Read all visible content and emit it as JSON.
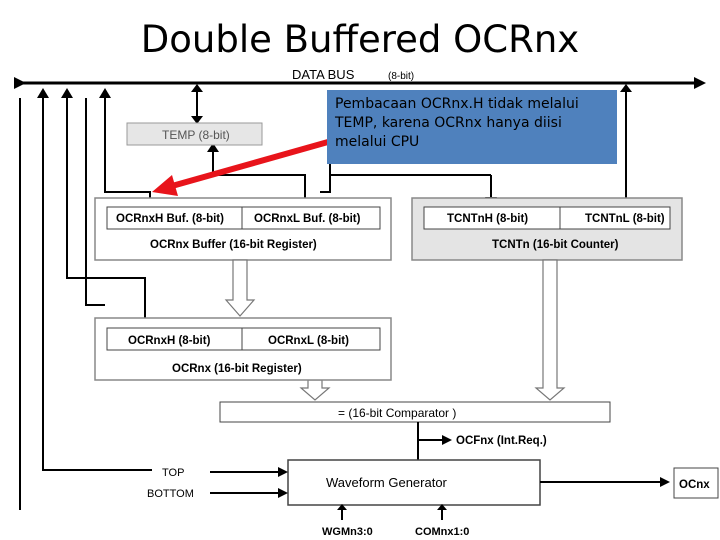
{
  "title": "Double Buffered OCRnx",
  "callout": "Pembacaan OCRnx.H tidak melalui TEMP, karena OCRnx hanya diisi melalui CPU",
  "bus": {
    "label": "DATA BUS",
    "width": "(8-bit)"
  },
  "temp": {
    "label": "TEMP (8-bit)"
  },
  "ocr_buffer": {
    "high": "OCRnxH Buf. (8-bit)",
    "low": "OCRnxL Buf. (8-bit)",
    "caption": "OCRnx  Buffer (16-bit Register)"
  },
  "tcnt": {
    "high": "TCNTnH (8-bit)",
    "low": "TCNTnL (8-bit)",
    "caption": "TCNTn (16-bit Counter)"
  },
  "ocr_register": {
    "high": "OCRnxH (8-bit)",
    "low": "OCRnxL (8-bit)",
    "caption": "OCRnx (16-bit Register)"
  },
  "comparator": {
    "label": "= (16-bit Comparator )"
  },
  "interrupt": {
    "label": "OCFnx (Int.Req.)"
  },
  "waveform": {
    "label": "Waveform Generator",
    "in_top": "TOP",
    "in_bottom": "BOTTOM",
    "wgm": "WGMn3:0",
    "com": "COMnx1:0",
    "output": "OCnx"
  },
  "colors": {
    "callout_bg": "#4f81bd",
    "arrow": "#e8141b",
    "counter_fill": "#e4e4e4"
  }
}
